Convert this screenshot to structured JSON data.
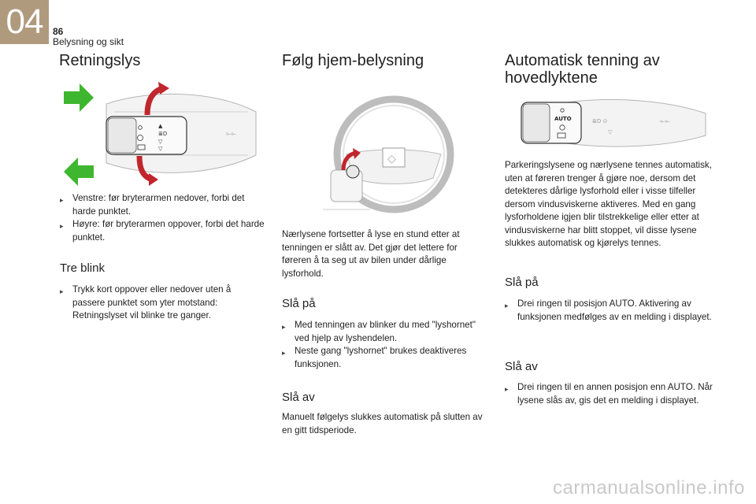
{
  "header": {
    "chapter": "04",
    "page_number": "86",
    "section": "Belysning og sikt"
  },
  "col1": {
    "title": "Retningslys",
    "bullets": [
      "Venstre: før bryterarmen nedover, forbi det harde punktet.",
      "Høyre: før bryterarmen oppover, forbi det harde punktet."
    ],
    "sub_title": "Tre blink",
    "sub_bullets": [
      "Trykk kort oppover eller nedover uten å passere punktet som yter motstand: Retningslyset vil blinke tre ganger."
    ]
  },
  "col2": {
    "title": "Følg hjem-belysning",
    "intro": "Nærlysene fortsetter å lyse en stund etter at tenningen er slått av. Det gjør det lettere for føreren å ta seg ut av bilen under dårlige lysforhold.",
    "on_title": "Slå på",
    "on_bullets": [
      "Med tenningen av blinker du med \"lyshornet\" ved hjelp av lyshendelen.",
      "Neste gang \"lyshornet\" brukes deaktiveres funksjonen."
    ],
    "off_title": "Slå av",
    "off_text": "Manuelt følgelys slukkes automatisk på slutten av en gitt tidsperiode."
  },
  "col3": {
    "title_line1": "Automatisk tenning av",
    "title_line2": "hovedlyktene",
    "intro": "Parkeringslysene og nærlysene tennes automatisk, uten at føreren trenger å gjøre noe, dersom det detekteres dårlige lysforhold eller i visse tilfeller dersom vindusviskerne aktiveres. Med en gang lysforholdene igjen blir tilstrekkelige eller etter at vindusviskerne har blitt stoppet, vil disse lysene slukkes automatisk og kjørelys tennes.",
    "on_title": "Slå på",
    "on_bullets": [
      "Drei ringen til posisjon AUTO. Aktivering av funksjonen medfølges av en melding i displayet."
    ],
    "off_title": "Slå av",
    "off_bullets": [
      "Drei ringen til en annen posisjon enn AUTO. Når lysene slås av, gis det en melding i displayet."
    ],
    "auto_label": "AUTO"
  },
  "icons": {
    "bullet": "triangle-bullet-icon",
    "arrow": "green-arrow-icon"
  },
  "colors": {
    "chapter_box": "#b09a7e",
    "arrow_green": "#3fb62f",
    "rotation_red": "#c0262d"
  },
  "watermark": "carmanualsonline.info"
}
